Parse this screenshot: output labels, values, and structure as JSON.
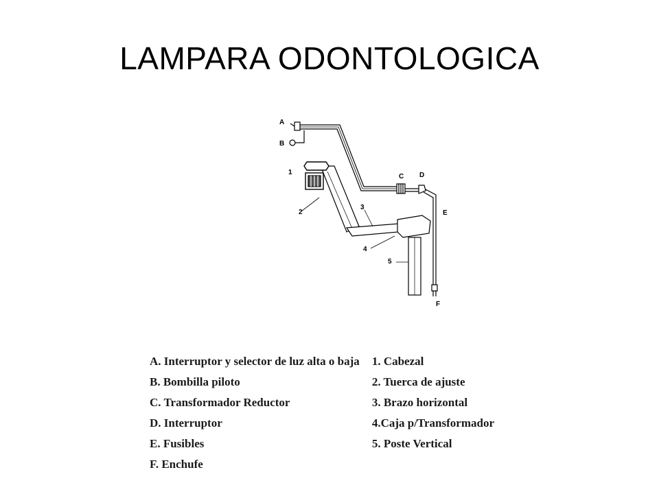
{
  "slide": {
    "title": "LAMPARA ODONTOLOGICA"
  },
  "diagram": {
    "labels": {
      "A": "A",
      "B": "B",
      "C": "C",
      "D": "D",
      "E": "E",
      "F": "F",
      "n1": "1",
      "n2": "2",
      "n3": "3",
      "n4": "4",
      "n5": "5"
    }
  },
  "legend": {
    "left": [
      "A. Interruptor y selector de luz alta o baja",
      "B. Bombilla piloto",
      "C. Transformador Reductor",
      "D. Interruptor",
      "E. Fusibles",
      "F. Enchufe"
    ],
    "right": [
      "1. Cabezal",
      "2. Tuerca de ajuste",
      "3. Brazo horizontal",
      "4.Caja p/Transformador",
      "5. Poste Vertical"
    ]
  }
}
